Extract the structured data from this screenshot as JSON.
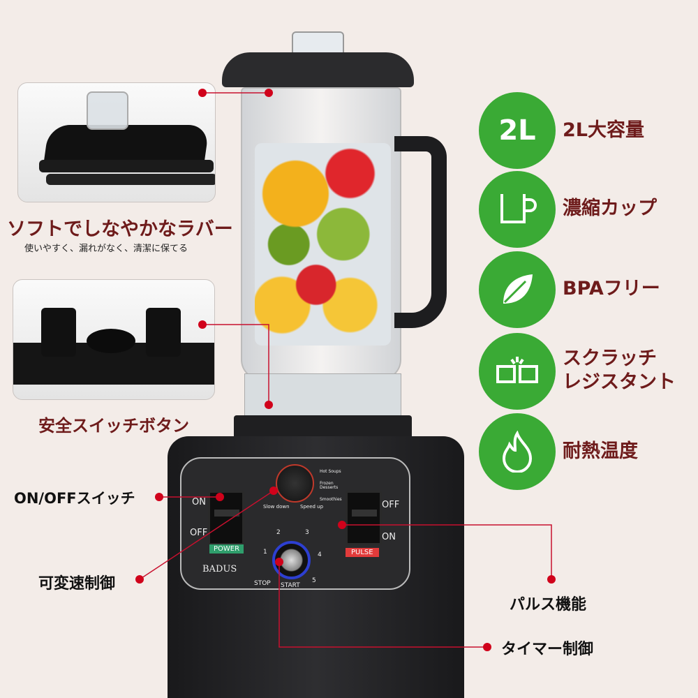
{
  "callouts": {
    "lid_title": "ソフトでしなやかなラバー",
    "lid_subtitle": "使いやすく、漏れがなく、清潔に保てる",
    "safety_switch": "安全スイッチボタン",
    "on_off_switch": "ON/OFFスイッチ",
    "variable_speed": "可変速制御",
    "pulse": "パルス機能",
    "timer": "タイマー制御"
  },
  "features": [
    {
      "icon": "2L-badge",
      "badge_text": "2L",
      "label": "2L大容量"
    },
    {
      "icon": "cup-icon",
      "label": "濃縮カップ"
    },
    {
      "icon": "leaf-icon",
      "label": "BPAフリー"
    },
    {
      "icon": "scratch-resistant-icon",
      "label": "スクラッチ\nレジスタント"
    },
    {
      "icon": "flame-icon",
      "label": "耐熱温度"
    }
  ],
  "panel": {
    "brand": "BADUS",
    "power_on": "ON",
    "power_off": "OFF",
    "power_label": "POWER",
    "pulse_off": "OFF",
    "pulse_on": "ON",
    "pulse_label": "PULSE",
    "slow_down": "Slow down",
    "speed_up": "Speed up",
    "presets": [
      "Hot Soups",
      "Frozen Desserts",
      "Smoothies"
    ],
    "timer_numbers": [
      "1",
      "2",
      "3",
      "4",
      "5"
    ],
    "stop": "STOP",
    "start": "START"
  },
  "colors": {
    "accent_green": "#3aaa35",
    "label_red": "#6e1b1b",
    "pointer_red": "#d0021b"
  }
}
